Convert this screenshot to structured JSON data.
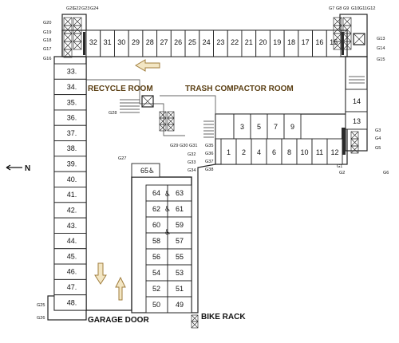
{
  "rooms": {
    "recycle": "RECYCLE ROOM",
    "trash": "TRASH COMPACTOR ROOM",
    "garage_door": "GARAGE DOOR",
    "bike_rack": "BIKE RACK"
  },
  "north_label": "N",
  "top_row": [
    "32",
    "31",
    "30",
    "29",
    "28",
    "27",
    "26",
    "25",
    "24",
    "23",
    "22",
    "21",
    "20",
    "19",
    "18",
    "17",
    "16",
    "15"
  ],
  "left_column": [
    "33.",
    "34.",
    "35.",
    "36.",
    "37.",
    "38.",
    "39.",
    "40.",
    "41.",
    "42.",
    "43.",
    "44.",
    "45.",
    "46.",
    "47.",
    "48."
  ],
  "center_upper": [
    "3",
    "5",
    "7",
    "9"
  ],
  "center_lower": [
    "1",
    "2",
    "4",
    "6",
    "8",
    "10",
    "11",
    "12"
  ],
  "right_column": [
    "14",
    "13"
  ],
  "inner_rows": [
    {
      "left": "64",
      "right": "63"
    },
    {
      "left": "62",
      "right": "61"
    },
    {
      "left": "60",
      "right": "59"
    },
    {
      "left": "58",
      "right": "57"
    },
    {
      "left": "56",
      "right": "55"
    },
    {
      "left": "54",
      "right": "53"
    },
    {
      "left": "52",
      "right": "51"
    },
    {
      "left": "50",
      "right": "49"
    }
  ],
  "slot_65": "65",
  "storage_top_left": [
    "G21",
    "G22",
    "G23",
    "G24"
  ],
  "storage_left": [
    "G20",
    "G19",
    "G18",
    "G17",
    "G16"
  ],
  "storage_top_right": [
    "G7",
    "G8",
    "G9",
    "G10",
    "G11",
    "G12"
  ],
  "storage_right_upper": [
    "G13",
    "G14",
    "G15"
  ],
  "storage_right_lower": [
    "G3",
    "G4",
    "G5",
    "G6"
  ],
  "storage_right_bottom": [
    "G1",
    "G2"
  ],
  "storage_center_a": [
    "G29",
    "G30",
    "G31"
  ],
  "storage_center_b": [
    "G32",
    "G33",
    "G34"
  ],
  "storage_center_c": [
    "G35",
    "G36",
    "G37",
    "G38"
  ],
  "storage_misc": {
    "g26": "G26",
    "g25": "G25",
    "g27": "G27",
    "g28": "G28"
  }
}
